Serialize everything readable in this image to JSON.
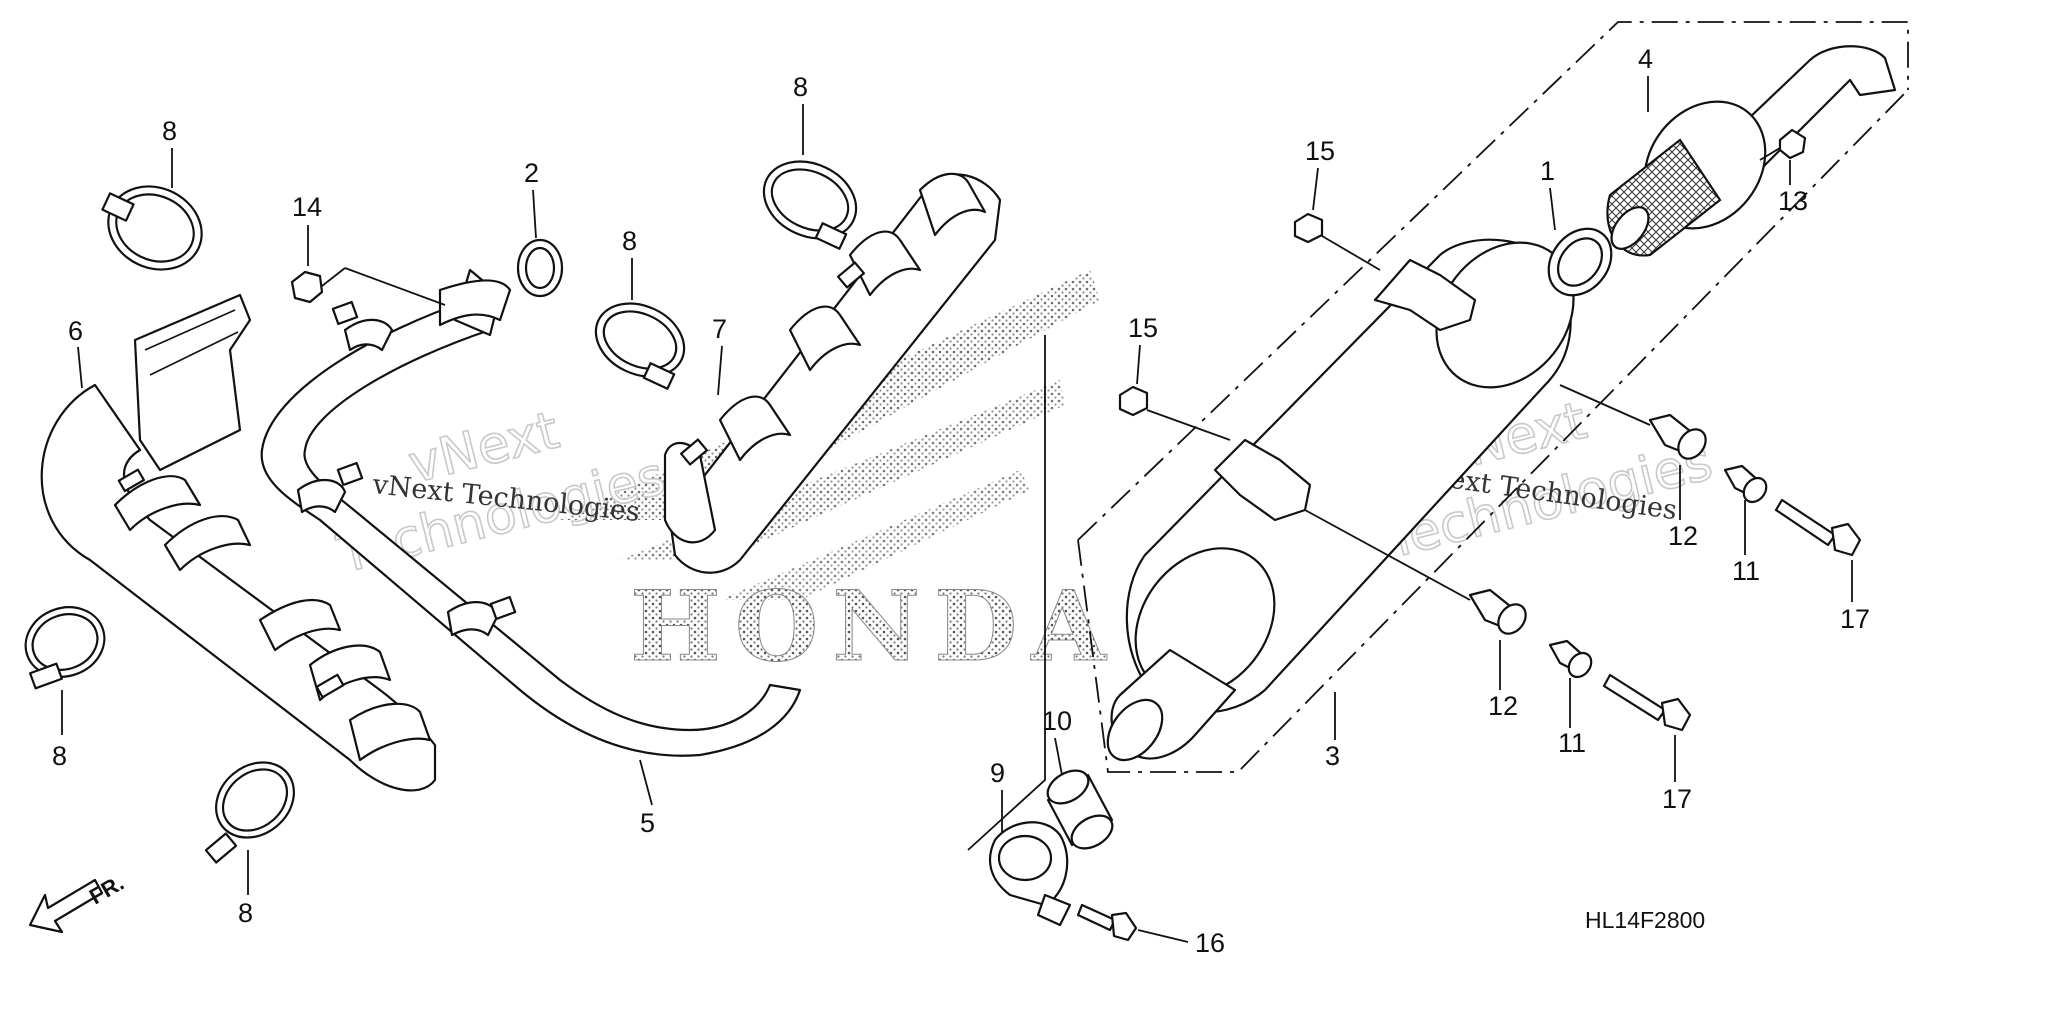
{
  "diagram_code": "HL14F2800",
  "front_indicator": "FR.",
  "brand_logo": "HONDA",
  "watermark": {
    "line1": "vNext",
    "line2": "Technologies",
    "inline": "vNext Technologies"
  },
  "callouts": {
    "c8a": "8",
    "c14": "14",
    "c2": "2",
    "c8b": "8",
    "c8c": "8",
    "c7": "7",
    "c6": "6",
    "c5": "5",
    "c8d": "8",
    "c8e": "8",
    "c15a": "15",
    "c15b": "15",
    "c1": "1",
    "c4": "4",
    "c13": "13",
    "c12a": "12",
    "c11a": "11",
    "c17a": "17",
    "c12b": "12",
    "c11b": "11",
    "c17b": "17",
    "c3": "3",
    "c10": "10",
    "c9": "9",
    "c16": "16"
  }
}
